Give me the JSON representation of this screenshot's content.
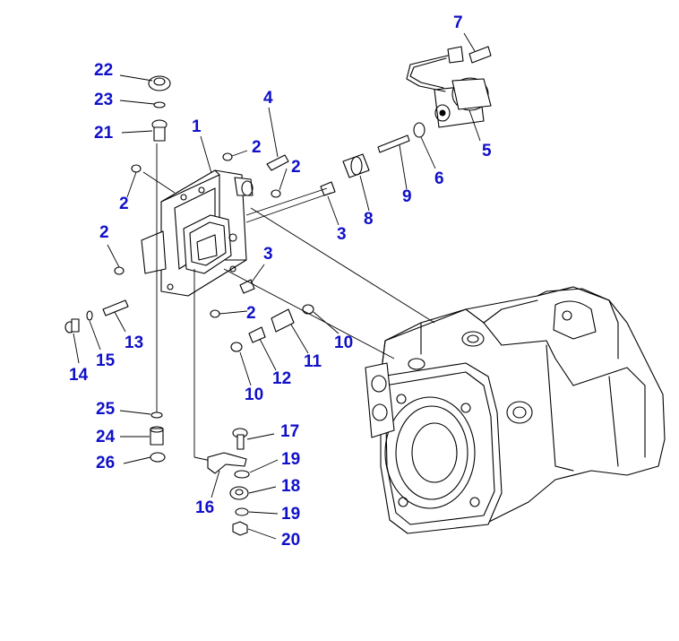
{
  "colors": {
    "callout": "#1010c8",
    "line": "#000000",
    "background": "#ffffff"
  },
  "callouts": [
    {
      "id": "c1",
      "label": "1"
    },
    {
      "id": "c2a",
      "label": "2"
    },
    {
      "id": "c2b",
      "label": "2"
    },
    {
      "id": "c2c",
      "label": "2"
    },
    {
      "id": "c2d",
      "label": "2"
    },
    {
      "id": "c2e",
      "label": "2"
    },
    {
      "id": "c3a",
      "label": "3"
    },
    {
      "id": "c3b",
      "label": "3"
    },
    {
      "id": "c4",
      "label": "4"
    },
    {
      "id": "c5",
      "label": "5"
    },
    {
      "id": "c6",
      "label": "6"
    },
    {
      "id": "c7",
      "label": "7"
    },
    {
      "id": "c8",
      "label": "8"
    },
    {
      "id": "c9",
      "label": "9"
    },
    {
      "id": "c10a",
      "label": "10"
    },
    {
      "id": "c10b",
      "label": "10"
    },
    {
      "id": "c11",
      "label": "11"
    },
    {
      "id": "c12",
      "label": "12"
    },
    {
      "id": "c13",
      "label": "13"
    },
    {
      "id": "c14",
      "label": "14"
    },
    {
      "id": "c15",
      "label": "15"
    },
    {
      "id": "c16",
      "label": "16"
    },
    {
      "id": "c17",
      "label": "17"
    },
    {
      "id": "c18",
      "label": "18"
    },
    {
      "id": "c19a",
      "label": "19"
    },
    {
      "id": "c19b",
      "label": "19"
    },
    {
      "id": "c20",
      "label": "20"
    },
    {
      "id": "c21",
      "label": "21"
    },
    {
      "id": "c22",
      "label": "22"
    },
    {
      "id": "c23",
      "label": "23"
    },
    {
      "id": "c24",
      "label": "24"
    },
    {
      "id": "c25",
      "label": "25"
    },
    {
      "id": "c26",
      "label": "26"
    }
  ]
}
